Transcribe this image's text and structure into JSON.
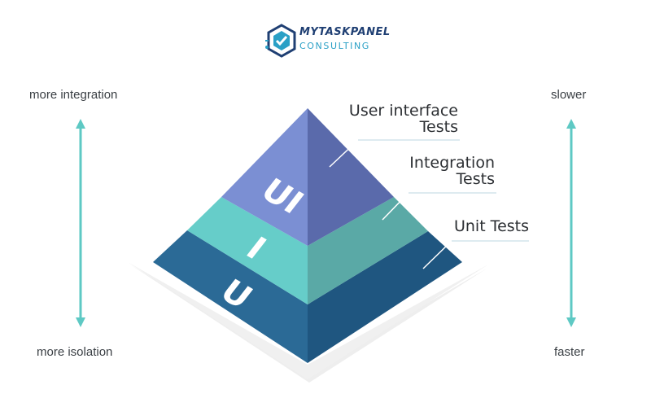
{
  "logo": {
    "line1": "MYTASKPANEL",
    "line2": "CONSULTING"
  },
  "left_axis": {
    "top_label": "more integration",
    "bottom_label": "more isolation"
  },
  "right_axis": {
    "top_label": "slower",
    "bottom_label": "faster"
  },
  "layers": [
    {
      "letter": "UI",
      "label_line1": "User interface",
      "label_line2": "Tests"
    },
    {
      "letter": "I",
      "label_line1": "Integration",
      "label_line2": "Tests"
    },
    {
      "letter": "U",
      "label_line1": "Unit Tests",
      "label_line2": ""
    }
  ],
  "colors": {
    "ui_light": "#7b8fd3",
    "ui_dark": "#5a6aab",
    "int_light": "#66cdc9",
    "int_dark": "#5aa9a6",
    "unit_light": "#2b6a96",
    "unit_dark": "#1f5680",
    "arrow": "#5ec9c4",
    "shadow": "#eeeeee"
  }
}
